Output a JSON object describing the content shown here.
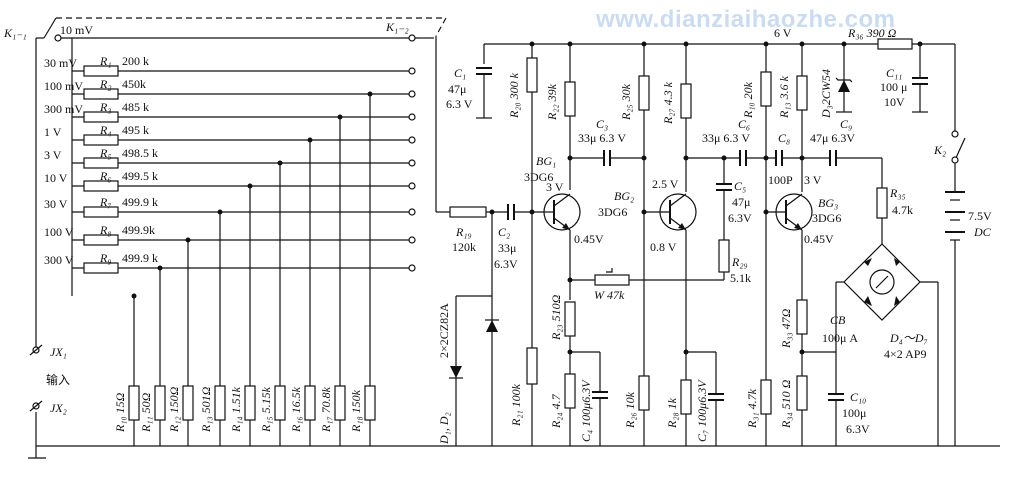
{
  "watermark": "www.dianziaihaozhe.com",
  "switch": {
    "k1_1": "K₁₋₁",
    "k1_2": "K₁₋₂",
    "k2": "K₂",
    "ranges": [
      "10 mV",
      "30 mV",
      "100 mV",
      "300 mV",
      "1 V",
      "3 V",
      "10 V",
      "30 V",
      "100 V",
      "300 V"
    ]
  },
  "divider": [
    {
      "ref": "R₁",
      "value": "200 k"
    },
    {
      "ref": "R₂",
      "value": "450k"
    },
    {
      "ref": "R₃",
      "value": "485 k"
    },
    {
      "ref": "R₄",
      "value": "495 k"
    },
    {
      "ref": "R₅",
      "value": "498.5 k"
    },
    {
      "ref": "R₆",
      "value": "499.5 k"
    },
    {
      "ref": "R₇",
      "value": "499.9 k"
    },
    {
      "ref": "R₈",
      "value": "499.9k"
    },
    {
      "ref": "R₉",
      "value": "499.9 k"
    }
  ],
  "shunt": [
    "R₁₀ 15Ω",
    "R₁₁ 50Ω",
    "R₁₂ 150Ω",
    "R₁₃ 501Ω",
    "R₁₄ 1.51k",
    "R₁₅ 5.15k",
    "R₁₆ 16.5k",
    "R₁₇ 70.8k",
    "R₁₈ 150k"
  ],
  "input": {
    "jx1": "JX₁",
    "label": "输入",
    "jx2": "JX₂"
  },
  "components": {
    "c1": "C₁",
    "c1_value": "47μ",
    "c1_voltage": "6.3 V",
    "r20": "R₂₀ 300 k",
    "r22": "R₂₂ 39k",
    "r25": "R₂₅ 30k",
    "r27": "R₂₇ 4.3 k",
    "r10b": "R₁₀ 20k",
    "r13": "R₁₃ 3.6 k",
    "dz": "D₃2CW54",
    "r36": "R₃₆ 390 Ω",
    "c11": "C₁₁",
    "c11_value": "100 μ",
    "c11_voltage": "10V",
    "supply_top": "6 V",
    "c3": "C₃",
    "c3_value": "33μ 6.3 V",
    "c6": "C₆",
    "c6_value": "33μ 6.3 V",
    "c8": "C₈",
    "c8_value": "100P",
    "c9": "C₉",
    "c9_value": "47μ 6.3V",
    "c5": "C₅",
    "c5_value": "47μ",
    "c5_voltage": "6.3V",
    "bg1": "BG₁",
    "bg1_type": "3DG6",
    "bg2": "BG₂",
    "bg2_type": "3DG6",
    "bg3": "BG₃",
    "bg3_type": "3DG6",
    "v_bg1_c": "3 V",
    "v_bg1_e": "0.45V",
    "v_bg2_c": "2.5 V",
    "v_bg2_e": "0.8 V",
    "v_bg3_c": "3 V",
    "v_bg3_e": "0.45V",
    "r19": "R₁₉",
    "r19_value": "120k",
    "c2": "C₂",
    "c2_value": "33μ",
    "c2_voltage": "6.3V",
    "r29": "R₂₉",
    "r29_value": "5.1k",
    "w": "W 47k",
    "r35": "R₃₅",
    "r35_value": "4.7k",
    "d12": "2×2CZ82A",
    "d12_ref": "D₁, D₂",
    "r23": "R₂₃ 510Ω",
    "r21": "R₂₁ 100k",
    "r24": "R₂₄ 4.7",
    "c4": "C₄ 100μ6.3V",
    "r26": "R₂₆ 10k",
    "r28": "R₂₈ 1k",
    "c7": "C₇ 100μ6.3V",
    "r31": "R₃₁ 4.7k",
    "r33": "R₃₃ 47Ω",
    "r34": "R₃₄ 510 Ω",
    "c10": "C₁₀",
    "c10_value": "100μ",
    "c10_voltage": "6.3V",
    "cb": "CB",
    "cb_value": "100μ A",
    "d47": "D₄～D₇",
    "d47_value": "4×2 AP9",
    "battery": "7.5V",
    "battery_type": "DC"
  },
  "colors": {
    "line": "#111111",
    "watermark": "#c9dcf2"
  }
}
